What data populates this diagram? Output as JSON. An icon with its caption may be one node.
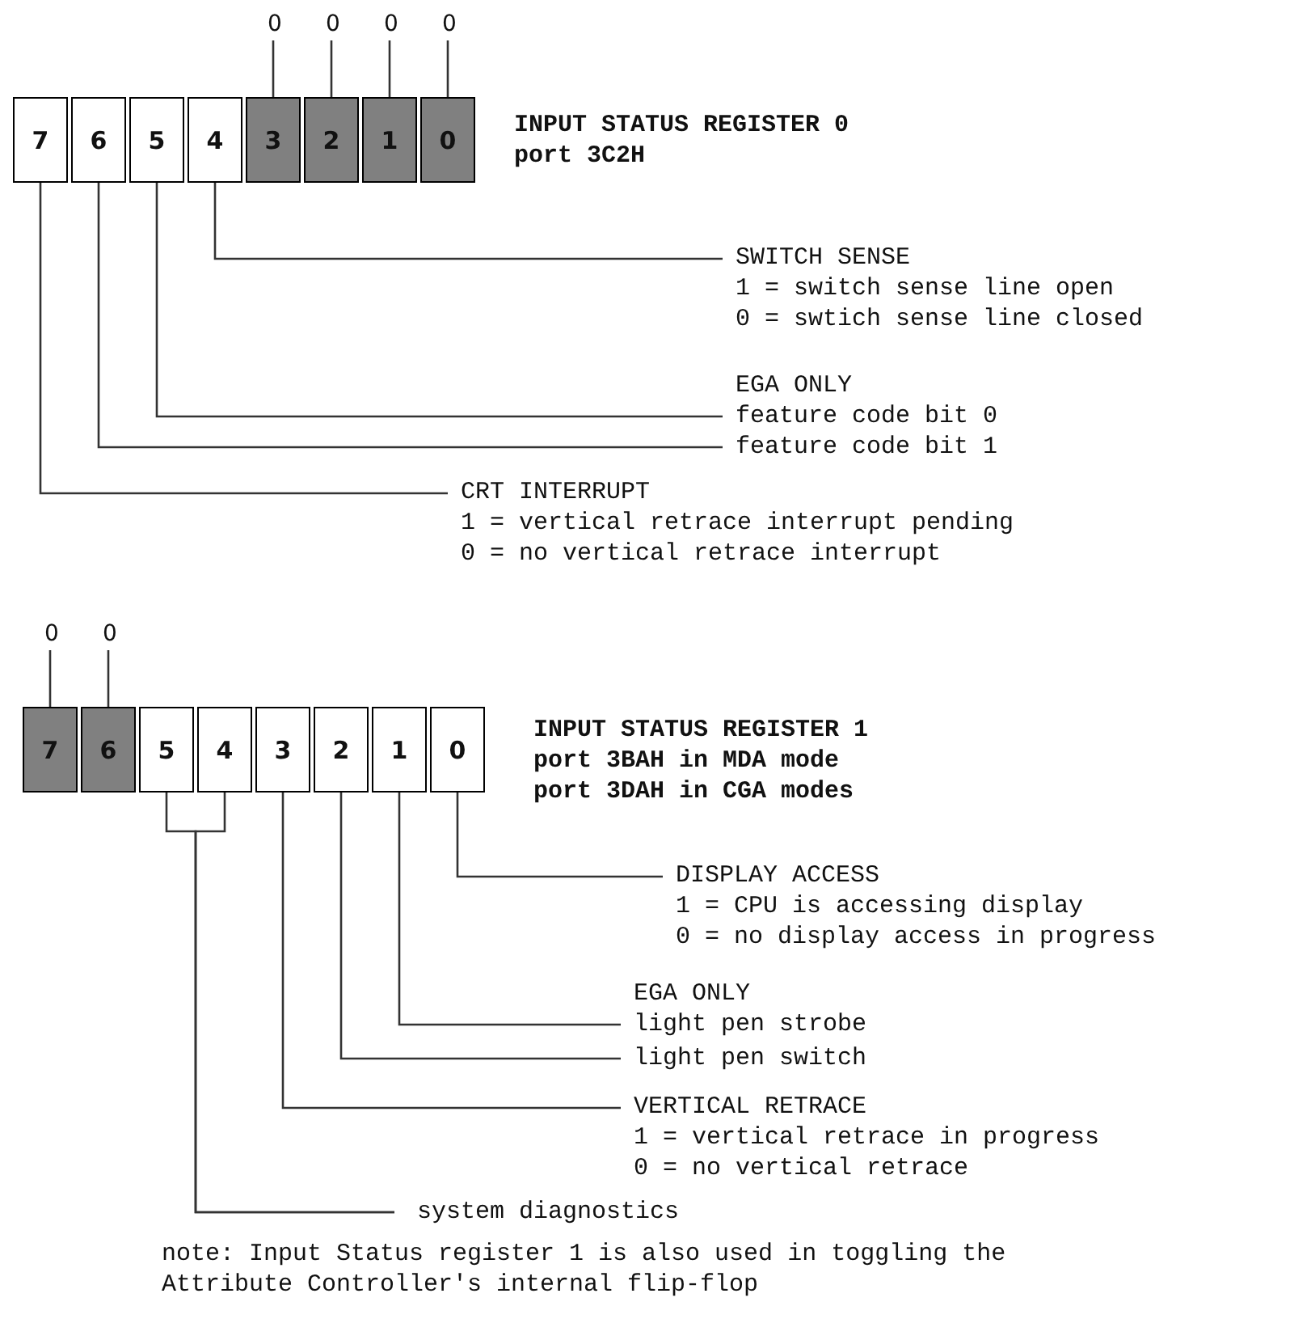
{
  "diagram": {
    "nodes": [
      {
        "text": [
          "0"
        ]
      },
      {
        "text": [
          "0"
        ]
      },
      {
        "text": [
          "0"
        ]
      },
      {
        "text": [
          "0"
        ]
      },
      {
        "text": [
          "7"
        ]
      },
      {
        "text": [
          "6"
        ]
      },
      {
        "text": [
          "5"
        ]
      },
      {
        "text": [
          "4"
        ]
      },
      {
        "text": [
          "3"
        ]
      },
      {
        "text": [
          "2"
        ]
      },
      {
        "text": [
          "1"
        ]
      },
      {
        "text": [
          "0"
        ]
      },
      {
        "text": [
          "SWITCH SENSE",
          "1 = switch sense line open",
          "0 = swtich sense line closed"
        ]
      },
      {
        "text": [
          "feature code bit 0"
        ]
      },
      {
        "text": [
          "feature code bit 1"
        ]
      },
      {
        "text": [
          "CRT INTERRUPT",
          "1 = vertical retrace interrupt pending",
          "0 = no vertical retrace interrupt"
        ]
      },
      {
        "text": [
          "0"
        ]
      },
      {
        "text": [
          "0"
        ]
      },
      {
        "text": [
          "7"
        ]
      },
      {
        "text": [
          "6"
        ]
      },
      {
        "text": [
          "5"
        ]
      },
      {
        "text": [
          "4"
        ]
      },
      {
        "text": [
          "3"
        ]
      },
      {
        "text": [
          "2"
        ]
      },
      {
        "text": [
          "1"
        ]
      },
      {
        "text": [
          "0"
        ]
      },
      {
        "text": [
          "DISPLAY ACCESS",
          "1 = CPU is accessing display",
          "0 = no display access in progress"
        ]
      },
      {
        "text": [
          "light pen strobe"
        ]
      },
      {
        "text": [
          "light pen switch"
        ]
      },
      {
        "text": [
          "VERTICAL RETRACE",
          "1 = vertical retrace in progress",
          "0 = no vertical retrace"
        ]
      },
      {
        "text": [
          "system diagnostics"
        ]
      }
    ],
    "edges": [
      {
        "from": 0,
        "to": 8,
        "arrow": "none"
      },
      {
        "from": 1,
        "to": 9,
        "arrow": "none"
      },
      {
        "from": 2,
        "to": 10,
        "arrow": "none"
      },
      {
        "from": 3,
        "to": 11,
        "arrow": "none"
      },
      {
        "from": 7,
        "to": 12,
        "arrow": "none"
      },
      {
        "from": 6,
        "to": 13,
        "arrow": "none"
      },
      {
        "from": 5,
        "to": 14,
        "arrow": "none"
      },
      {
        "from": 4,
        "to": 15,
        "arrow": "none"
      },
      {
        "from": 16,
        "to": 18,
        "arrow": "none"
      },
      {
        "from": 17,
        "to": 19,
        "arrow": "none"
      },
      {
        "from": 25,
        "to": 26,
        "arrow": "none"
      },
      {
        "from": 24,
        "to": 27,
        "arrow": "none"
      },
      {
        "from": 23,
        "to": 28,
        "arrow": "none"
      },
      {
        "from": 22,
        "to": 29,
        "arrow": "none"
      },
      {
        "from": 20,
        "to": 30,
        "arrow": "none"
      },
      {
        "from": 21,
        "to": 30,
        "arrow": "none"
      }
    ],
    "labels": [
      "INPUT STATUS REGISTER 0",
      "port 3C2H",
      "EGA ONLY",
      "INPUT STATUS REGISTER 1",
      "port 3BAH in MDA mode",
      "port 3DAH in CGA modes",
      "EGA ONLY",
      "note: Input Status register 1 is also used in toggling the Attribute Controller's internal flip-flop"
    ]
  }
}
